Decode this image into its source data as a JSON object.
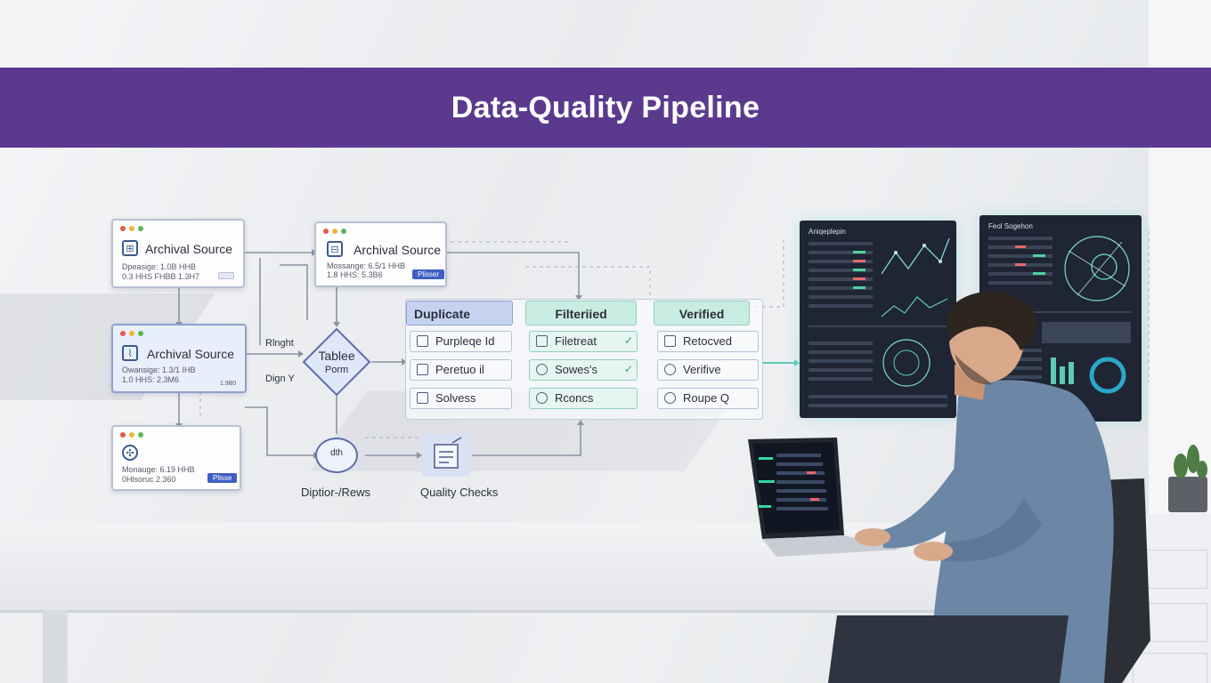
{
  "banner": {
    "title": "Data-Quality Pipeline"
  },
  "sources": [
    {
      "title": "Archival Source",
      "meta1": "Dpeasige: 1.0B HHB",
      "meta2": "0.3 HHS FHBB 1.3H7",
      "button": ""
    },
    {
      "title": "Archival Source",
      "meta1": "Mossange: 6.5/1 HHB",
      "meta2": "1.8 HHS: 5.3B6",
      "button": "Plisser"
    },
    {
      "title": "Archival Source",
      "meta1": "Owansige: 1.3/1 IHB",
      "meta2": "1.0 HHS: 2.3M6",
      "button": "1.9B0"
    },
    {
      "title": "",
      "meta1": "Monauge: 6.19 HHB",
      "meta2": "0Hlsoruc 2.360",
      "button": "Plisse"
    }
  ],
  "diamond": {
    "label": "Tablee",
    "sub": "Porm",
    "left_label": "Rlnght",
    "right_label": "Dign Y"
  },
  "columns": [
    {
      "header": "Duplicate Records",
      "cells": [
        "Purpleqe Id",
        "Peretuo il",
        "Solvess"
      ]
    },
    {
      "header": "Filteriied",
      "cells": [
        "Filetreat",
        "Sowes's",
        "Rconcs"
      ]
    },
    {
      "header": "Verified",
      "cells": [
        "Retocved",
        "Verifive",
        "Roupe Q"
      ]
    }
  ],
  "bottom_nodes": [
    {
      "icon": "dth",
      "label": "Diptior-/Rews"
    },
    {
      "icon": "",
      "label": "Quality Checks"
    }
  ],
  "dashboards": [
    {
      "title": "Aniqeplepin"
    },
    {
      "title": "Feol Sogehon"
    }
  ],
  "colors": {
    "banner": "#5b3a8e",
    "accent_teal": "#5fc9b6",
    "accent_blue": "#3f5ec4"
  }
}
